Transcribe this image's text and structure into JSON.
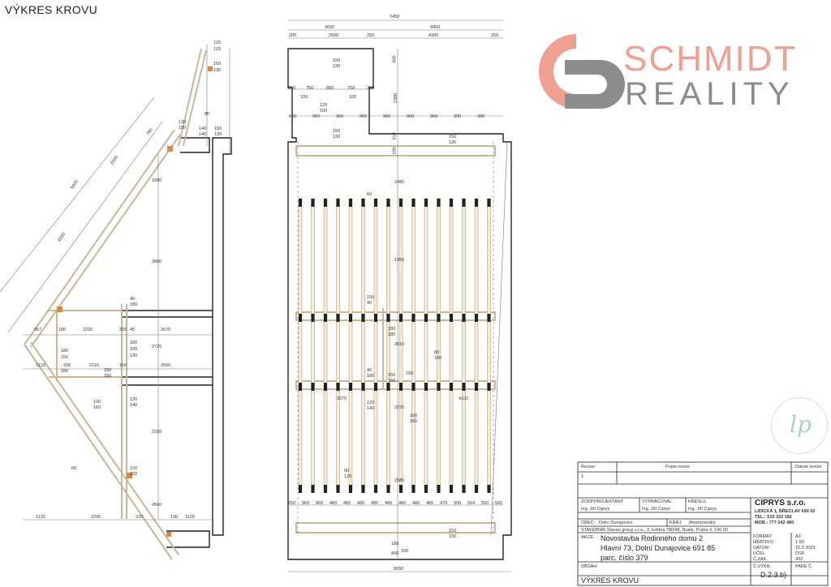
{
  "title": "VÝKRES KROVU",
  "logo": {
    "top": "SCHMIDT",
    "bottom": "REALITY",
    "accent": "#f0a090",
    "gray": "#8c8c8c"
  },
  "section": {
    "dims_left": [
      "9400",
      "4330",
      "2500",
      "785"
    ],
    "dims_right": [
      "120",
      "120",
      "150",
      "130",
      "85",
      "140",
      "140",
      "150",
      "130",
      "1890",
      "3660",
      "2725",
      "2160",
      "4560"
    ],
    "horizontal_rows": [
      [
        "957",
        "180",
        "2230",
        "255",
        "45",
        "2670"
      ],
      [
        "1133",
        "200",
        "2110",
        "150",
        "2665"
      ],
      [
        "1133",
        "2290",
        "220",
        "130",
        "1120"
      ]
    ],
    "member_labels": [
      "40",
      "180",
      "180",
      "100",
      "180",
      "150",
      "150",
      "150",
      "180",
      "120",
      "140",
      "100",
      "160",
      "60",
      "120",
      "150",
      "130",
      "150",
      "130"
    ]
  },
  "plan": {
    "top_total": "7450",
    "top_row1": [
      "3000",
      "4450"
    ],
    "top_row2": [
      "200",
      "2500",
      "250",
      "4300",
      "250"
    ],
    "left_vert": [
      "400",
      "2380",
      "410",
      "100"
    ],
    "row_750": [
      "250",
      "750",
      "800",
      "750",
      "250"
    ],
    "row_960": [
      "190",
      "960",
      "960",
      "960",
      "960",
      "960",
      "960",
      "300",
      "300"
    ],
    "labels": [
      "150",
      "130",
      "100",
      "100",
      "120",
      "100",
      "150",
      "130",
      "150",
      "130",
      "60",
      "150",
      "40",
      "180",
      "180",
      "150",
      "80",
      "180",
      "40",
      "180",
      "150",
      "150",
      "120",
      "140",
      "100",
      "160",
      "60",
      "120",
      "2480",
      "1955",
      "3810",
      "2275",
      "2580",
      "3375",
      "4102"
    ],
    "bottom_row": [
      "250",
      "960",
      "960",
      "480",
      "480",
      "480",
      "480",
      "480",
      "480",
      "480",
      "480",
      "470",
      "300",
      "564",
      "550",
      "565"
    ],
    "bottom_total": "8050",
    "bottom_labels": [
      "150",
      "130",
      "180",
      "400",
      "150"
    ]
  },
  "title_block": {
    "rev_col1": "Revize",
    "rev_col2": "Popis revize",
    "rev_col3": "Datum revize",
    "rev_num": "1",
    "zodp_label": "ZODP.PROJEKTANT",
    "zodp_name": "Ing. Jiří Ciprys",
    "vypr_label": "VYPRACOVAL",
    "vypr_name": "Ing. Jiří Ciprys",
    "kresl_label": "KRESLIL",
    "kresl_name": "Ing. Jiří Ciprys",
    "company": "CIPRYS s.r.o.",
    "address": "LIDICKÁ 1, BŘECLAV 690 02",
    "tel": "TEL.: 519 322 182",
    "mob": "MOB.: 777 042 480",
    "obec_label": "OBEC:",
    "obec": "Dolní Dunajovice",
    "kraj_label": "KRAJ:",
    "kraj": "Jihomoravský",
    "stav_label": "STAVEBNÍK:",
    "stav": "Slavan group s.r.o., 3. května 780/48, Nusle, Praha 4, 140 00",
    "akce_label": "AKCE:",
    "akce_1": "Novostavba Rodinného domu 2",
    "akce_2": "Hlavní 73, Dolní Dunajovice 691 85",
    "akce_3": "parc. číslo 379",
    "obsah_label": "OBSAH:",
    "obsah": "VÝKRES KROVU",
    "format_label": "FORMÁT",
    "format": "A3",
    "meritko_label": "MĚŘÍTKO",
    "meritko": "1:50",
    "datum_label": "DATUM",
    "datum": "15.3.2023",
    "ucel_label": "ÚČEL",
    "ucel": "DSP",
    "ciszak_label": "Č.ZAK.",
    "ciszak": "402",
    "cvykr_label": "Č.VÝKR.",
    "cvykr": "D.2.3.b)",
    "pare_label": "PARE Č."
  }
}
